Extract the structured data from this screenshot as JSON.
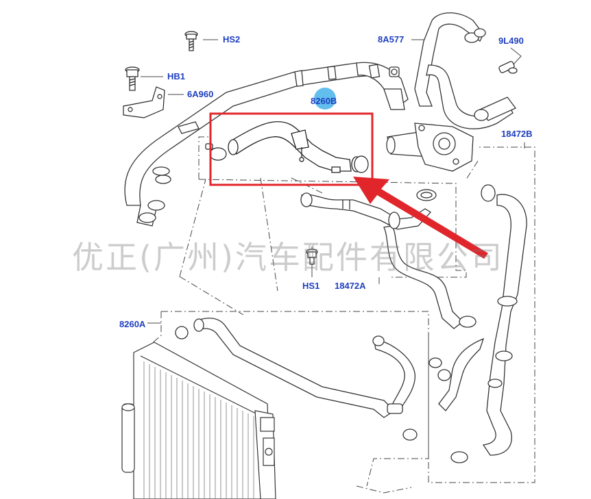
{
  "labels": {
    "hs2": "HS2",
    "hb1": "HB1",
    "a6a960": "6A960",
    "a8a577": "8A577",
    "l9l490": "9L490",
    "b8260b": "8260B",
    "b18472b": "18472B",
    "hs1": "HS1",
    "a18472a": "18472A",
    "a8260a": "8260A"
  },
  "watermark": "优正(广州)汽车配件有限公司",
  "colors": {
    "label_blue": "#1f3fbf",
    "highlight_red": "#e0262b",
    "badge_blue": "#47b3ea",
    "line": "#333333",
    "hose_fill": "#ffffff"
  }
}
